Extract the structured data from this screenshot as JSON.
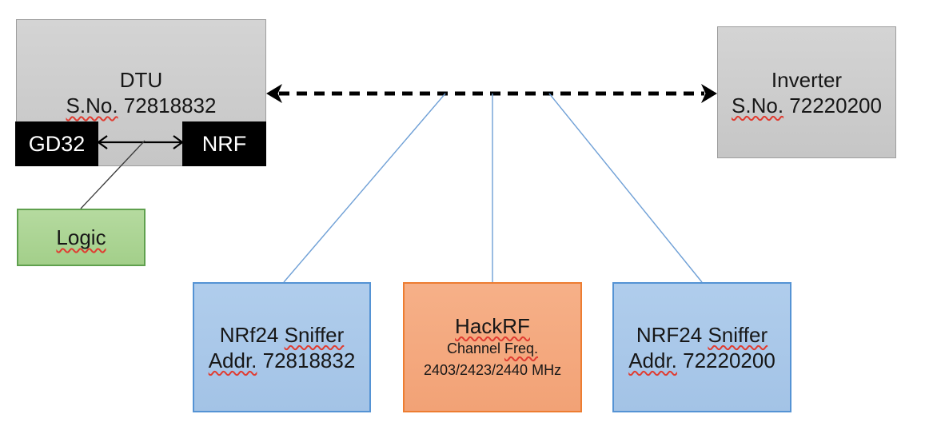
{
  "diagram": {
    "dtu": {
      "title": "DTU",
      "serial_label": "S.No.",
      "serial": " 72818832"
    },
    "gd32": {
      "label": "GD32"
    },
    "nrf": {
      "label": "NRF"
    },
    "logic": {
      "label": "Logic"
    },
    "inverter": {
      "title": "Inverter",
      "serial_label": "S.No.",
      "serial": " 72220200"
    },
    "sniffer_left": {
      "name": "NRf24 ",
      "type": "Sniffer",
      "addr_label": "Addr.",
      "addr": " 72818832"
    },
    "hackrf": {
      "title": "HackRF",
      "subtitle_plain": "Channel ",
      "subtitle_marked": "Freq.",
      "frequencies": "2403/2423/2440 MHz"
    },
    "sniffer_right": {
      "name": "NRF24 ",
      "type": "Sniffer",
      "addr_label": "Addr.",
      "addr": " 72220200"
    }
  },
  "colors": {
    "background": "#ffffff",
    "gray_fill": "#cbcbcb",
    "gray_border": "#9e9e9e",
    "chip_fill": "#000000",
    "chip_text": "#ffffff",
    "green_fill": "#a9d18e",
    "green_border": "#5fa04e",
    "blue_fill": "#a9c7e8",
    "blue_border": "#5593d4",
    "orange_fill": "#f4aa80",
    "orange_border": "#ed7d31",
    "connector_blue": "#6fa0d6",
    "arrow_black": "#000000",
    "spellcheck_red": "#e03c31"
  }
}
